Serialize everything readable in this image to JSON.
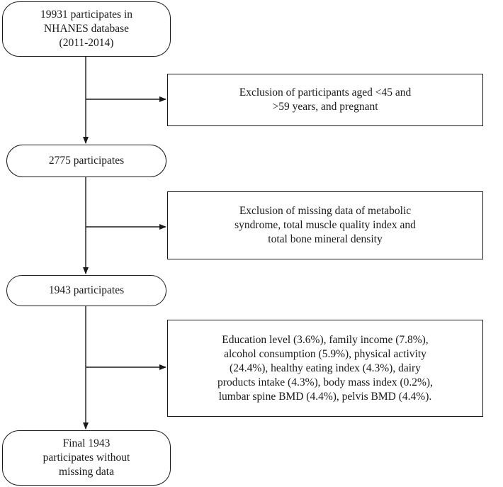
{
  "flowchart": {
    "main_steps": [
      {
        "lines": [
          "19931 participates in",
          "NHANES database",
          "(2011-2014)"
        ]
      },
      {
        "lines": [
          "2775 participates"
        ]
      },
      {
        "lines": [
          "1943 participates"
        ]
      },
      {
        "lines": [
          "Final 1943",
          "participates without",
          "missing data"
        ]
      }
    ],
    "exclusions": [
      {
        "lines": [
          "Exclusion of participants aged <45 and",
          ">59 years, and pregnant"
        ]
      },
      {
        "lines": [
          "Exclusion of missing data of metabolic",
          "syndrome, total muscle quality index and",
          "total bone mineral density"
        ]
      },
      {
        "lines": [
          "Education level (3.6%), family income (7.8%),",
          "alcohol consumption (5.9%), physical activity",
          "(24.4%), healthy eating index (4.3%), dairy",
          "products intake (4.3%), body mass index (0.2%),",
          "lumbar spine BMD (4.4%), pelvis BMD (4.4%)."
        ]
      }
    ]
  }
}
